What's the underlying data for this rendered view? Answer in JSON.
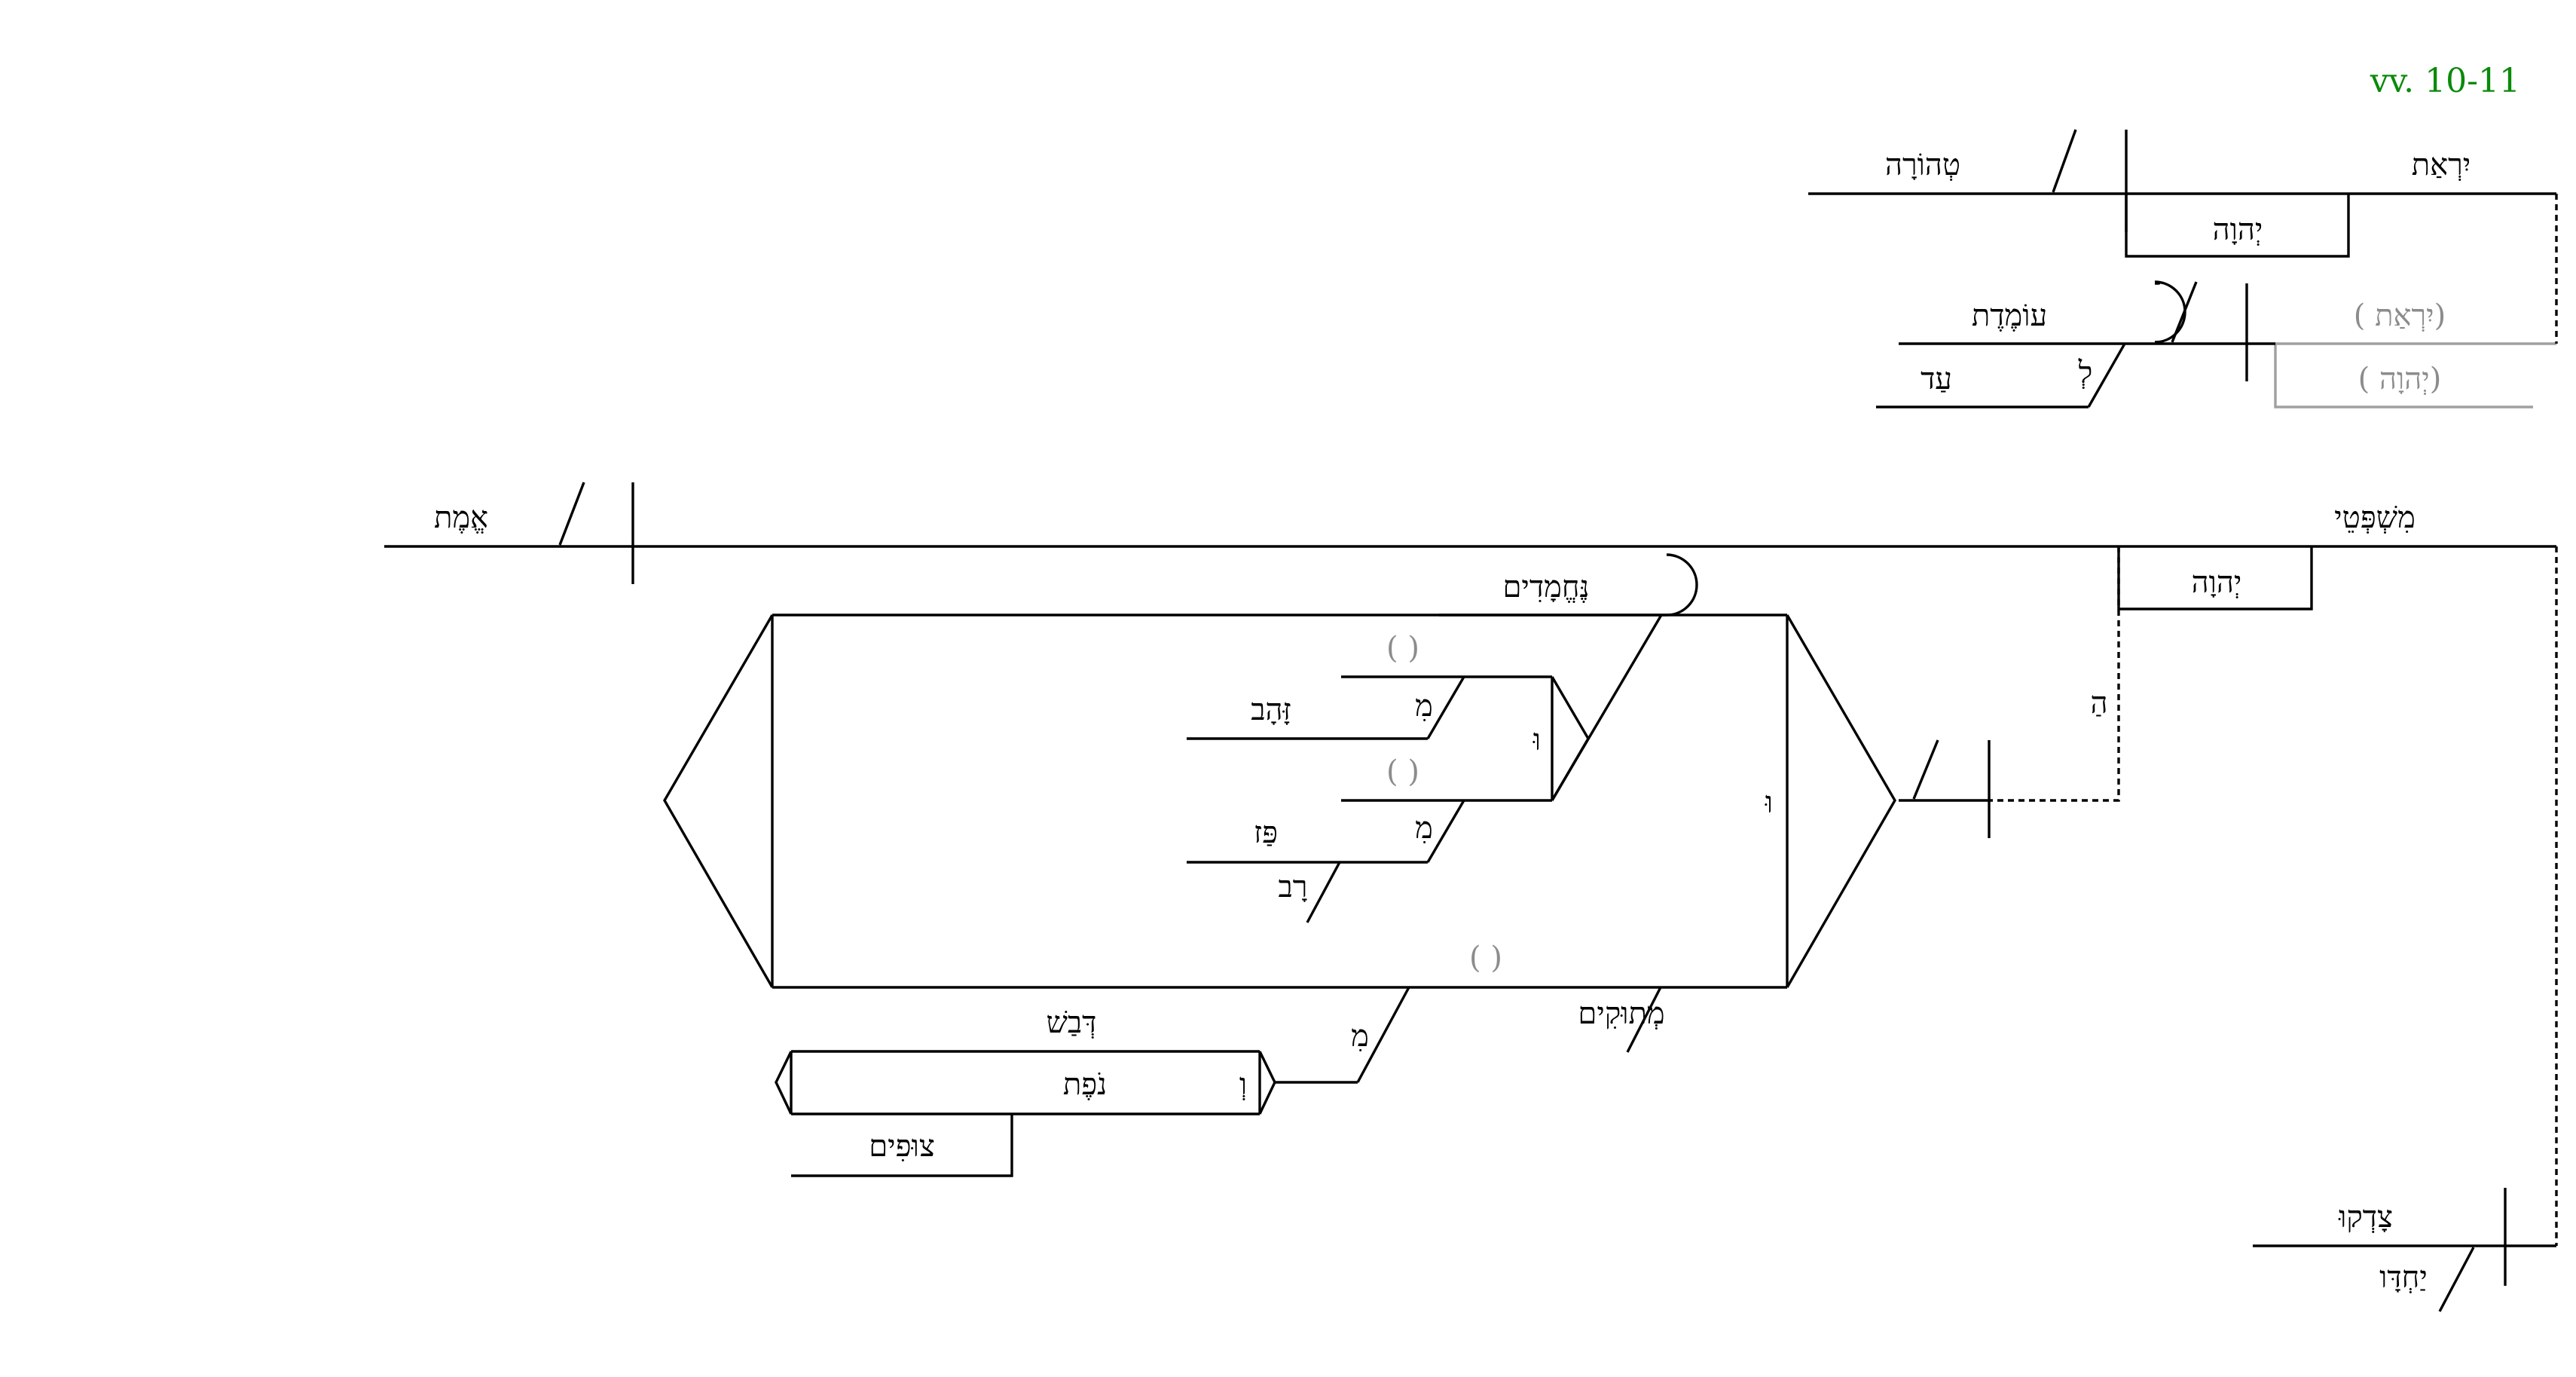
{
  "reference": "vv. 10-11",
  "words": {
    "yirat": "יִרְאַת",
    "yhwh": "יְהוָה",
    "tehorah": "טְהוֹרָה",
    "yirat_implied": "( יִרְאַת)",
    "yhwh_implied": "( יְהוָה)",
    "omedet": "עוֹמֶדֶת",
    "le": "לְ",
    "ad": "עַד",
    "mishpetei": "מִשְׁפְּטֵי",
    "emet": "אֱמֶת",
    "yhwh2": "יְהוָה",
    "ha": "הַ",
    "nechemadim": "נֶּחֱמָדִים",
    "empty_paren": "( )",
    "mi": "מִ",
    "zahav": "זָּהָב",
    "vav": "וּ",
    "paz": "פַּז",
    "rav": "רָב",
    "metukim": "מְתוּקִים",
    "devash": "דְּבַשׁ",
    "ve": "וְ",
    "nofet": "נֹפֶת",
    "tsufim": "צוּפִים",
    "tsadeku": "צָדְקוּ",
    "yachdav": "יַחְדָּו"
  },
  "colors": {
    "reference": "#0a8a0a",
    "implied": "#8c8c8c",
    "lines": "#000000"
  }
}
